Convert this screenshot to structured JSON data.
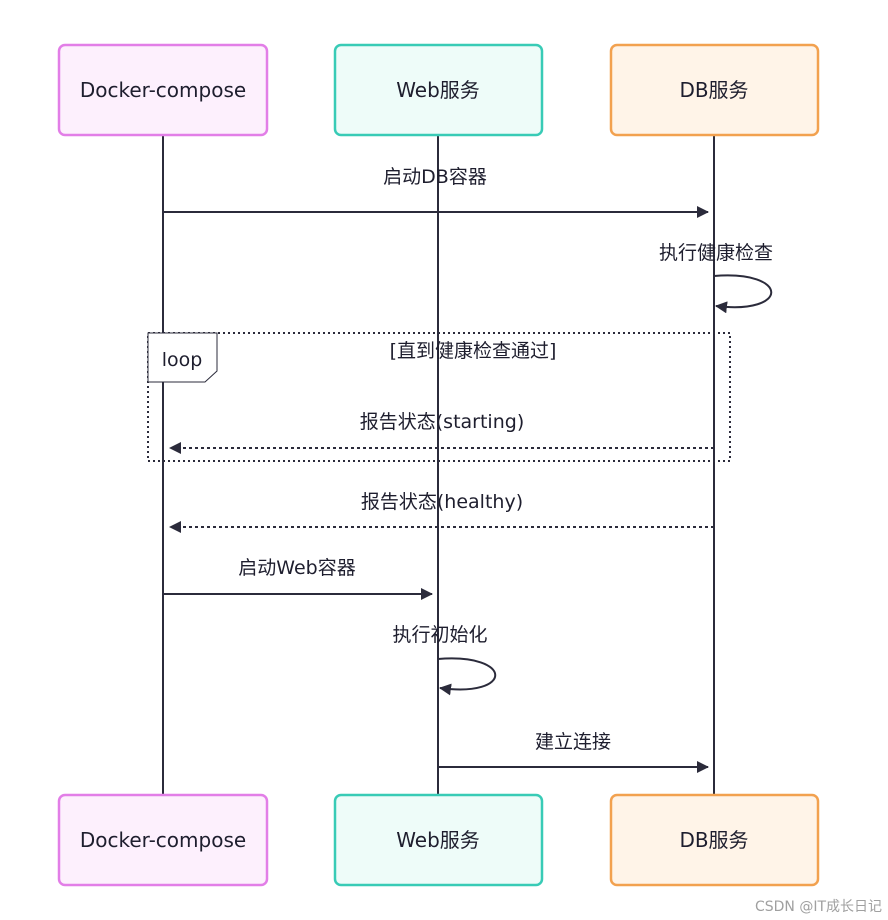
{
  "actors": [
    {
      "label": "Docker-compose",
      "fill": "#fdf0fd",
      "stroke": "#e27ee7"
    },
    {
      "label": "Web服务",
      "fill": "#eefcf9",
      "stroke": "#38cbb6"
    },
    {
      "label": "DB服务",
      "fill": "#fff4e8",
      "stroke": "#f2a14f"
    }
  ],
  "messages": {
    "m1": "启动DB容器",
    "m2": "执行健康检查",
    "m3": "报告状态(starting)",
    "m4": "报告状态(healthy)",
    "m5": "启动Web容器",
    "m6": "执行初始化",
    "m7": "建立连接"
  },
  "loop": {
    "tag": "loop",
    "condition": "[直到健康检查通过]"
  },
  "watermark": "CSDN @IT成长日记"
}
